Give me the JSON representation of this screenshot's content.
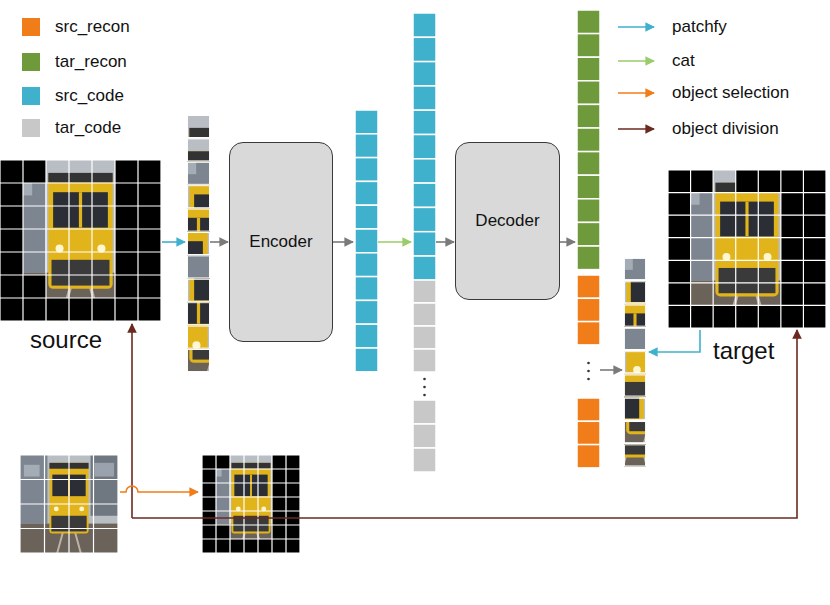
{
  "diagram": {
    "nodes": [
      {
        "text": [
          "Encoder"
        ]
      },
      {
        "text": [
          "Decoder"
        ]
      }
    ],
    "labels": [
      "source",
      "target"
    ],
    "legend": [
      {
        "text": "src_recon",
        "color": "#f07c1a"
      },
      {
        "text": "tar_recon",
        "color": "#6e9a3c"
      },
      {
        "text": "src_code",
        "color": "#3fb1cd"
      },
      {
        "text": "tar_code",
        "color": "#c8c8c8"
      },
      {
        "text": "patchfy"
      },
      {
        "text": "cat"
      },
      {
        "text": "object selection"
      },
      {
        "text": "object division"
      }
    ]
  }
}
